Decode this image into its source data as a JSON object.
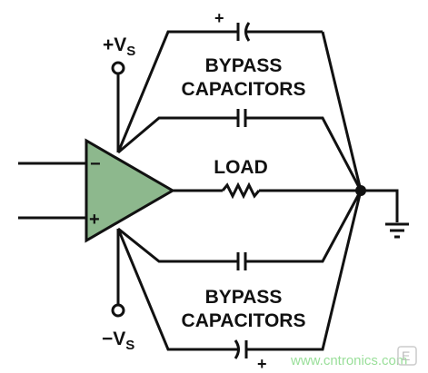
{
  "diagram": {
    "supply_positive": {
      "symbol": "+V",
      "subscript": "S"
    },
    "supply_negative": {
      "symbol": "−V",
      "subscript": "S"
    },
    "bypass_label_top": {
      "line1": "BYPASS",
      "line2": "CAPACITORS"
    },
    "bypass_label_bottom": {
      "line1": "BYPASS",
      "line2": "CAPACITORS"
    },
    "load_label": "LOAD",
    "inverting_sign": "−",
    "noninverting_sign": "+",
    "polarized_cap_top_sign": "+",
    "polarized_cap_bottom_sign": "+",
    "colors": {
      "opamp_fill": "#8db88d",
      "line": "#111111",
      "watermark": "#9adf9a"
    }
  },
  "watermark": {
    "text": "www.cntronics.com",
    "logo_text": "E"
  }
}
